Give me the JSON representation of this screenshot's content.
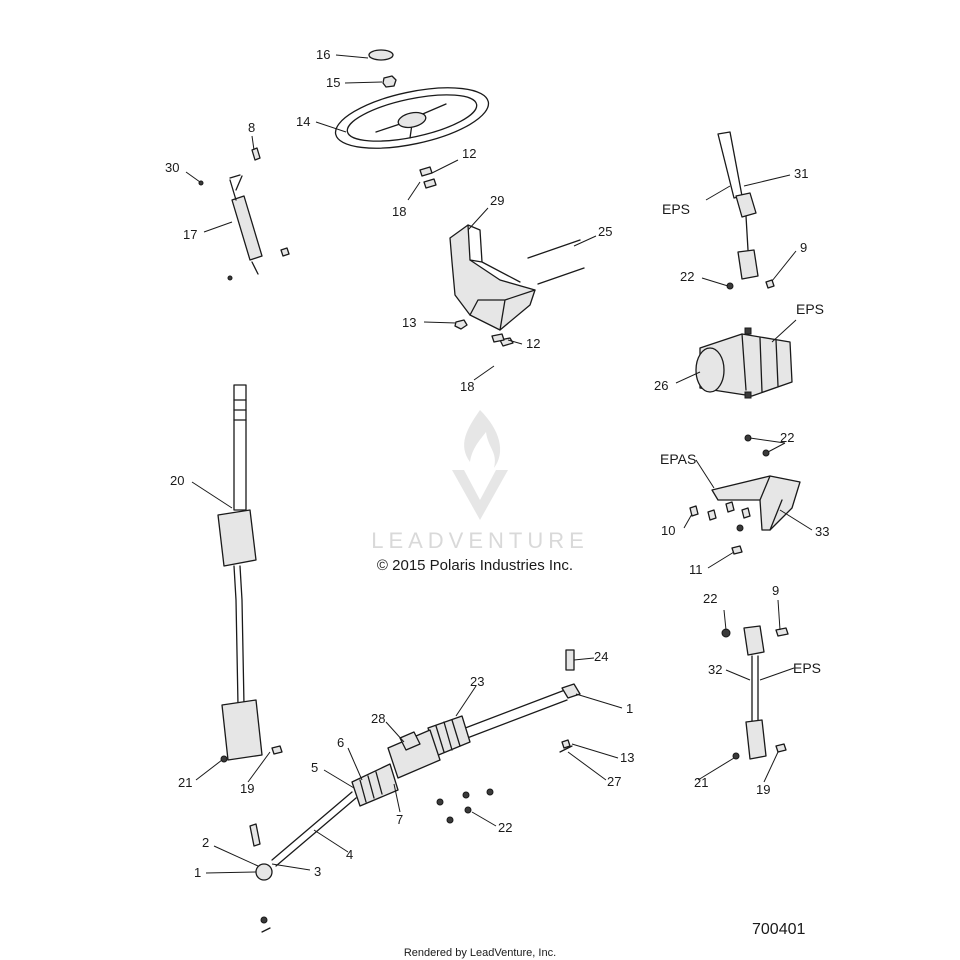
{
  "watermark": {
    "brand": "LEADVENTURE",
    "copyright": "© 2015 Polaris Industries Inc."
  },
  "diagram_number": "700401",
  "footer": "Rendered by LeadVenture, Inc.",
  "tags": {
    "eps_column": "EPS",
    "eps_motor": "EPS",
    "epas": "EPAS",
    "eps_shaft": "EPS"
  },
  "callouts": [
    "16",
    "15",
    "14",
    "8",
    "12",
    "30",
    "18",
    "17",
    "29",
    "25",
    "13",
    "12",
    "18",
    "31",
    "9",
    "22",
    "26",
    "22",
    "10",
    "33",
    "11",
    "20",
    "9",
    "22",
    "24",
    "23",
    "1",
    "32",
    "28",
    "6",
    "5",
    "13",
    "27",
    "21",
    "19",
    "7",
    "22",
    "4",
    "2",
    "3",
    "1",
    "21",
    "19"
  ],
  "colors": {
    "ink": "#1a1a1a",
    "watermark": "#d9d9d9",
    "background": "#ffffff"
  }
}
